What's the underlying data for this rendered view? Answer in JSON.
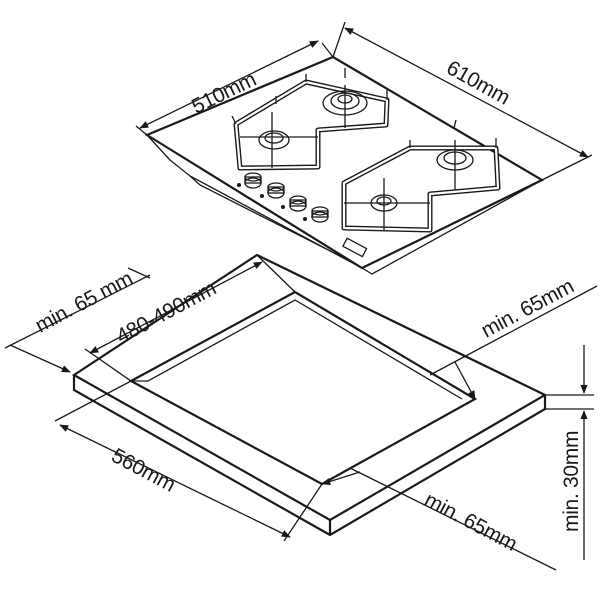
{
  "diagram": {
    "hob_width": "510mm",
    "hob_depth": "610mm",
    "min_65_mm_left": "min. 65 mm",
    "cutout_width": "480-490mm",
    "min_65mm_right": "min. 65mm",
    "cutout_depth": "560mm",
    "min_65mm_front": "min. 65mm",
    "min_30mm_height": "min. 30mm"
  },
  "colors": {
    "line": "#1a1a1a",
    "background": "#ffffff"
  }
}
